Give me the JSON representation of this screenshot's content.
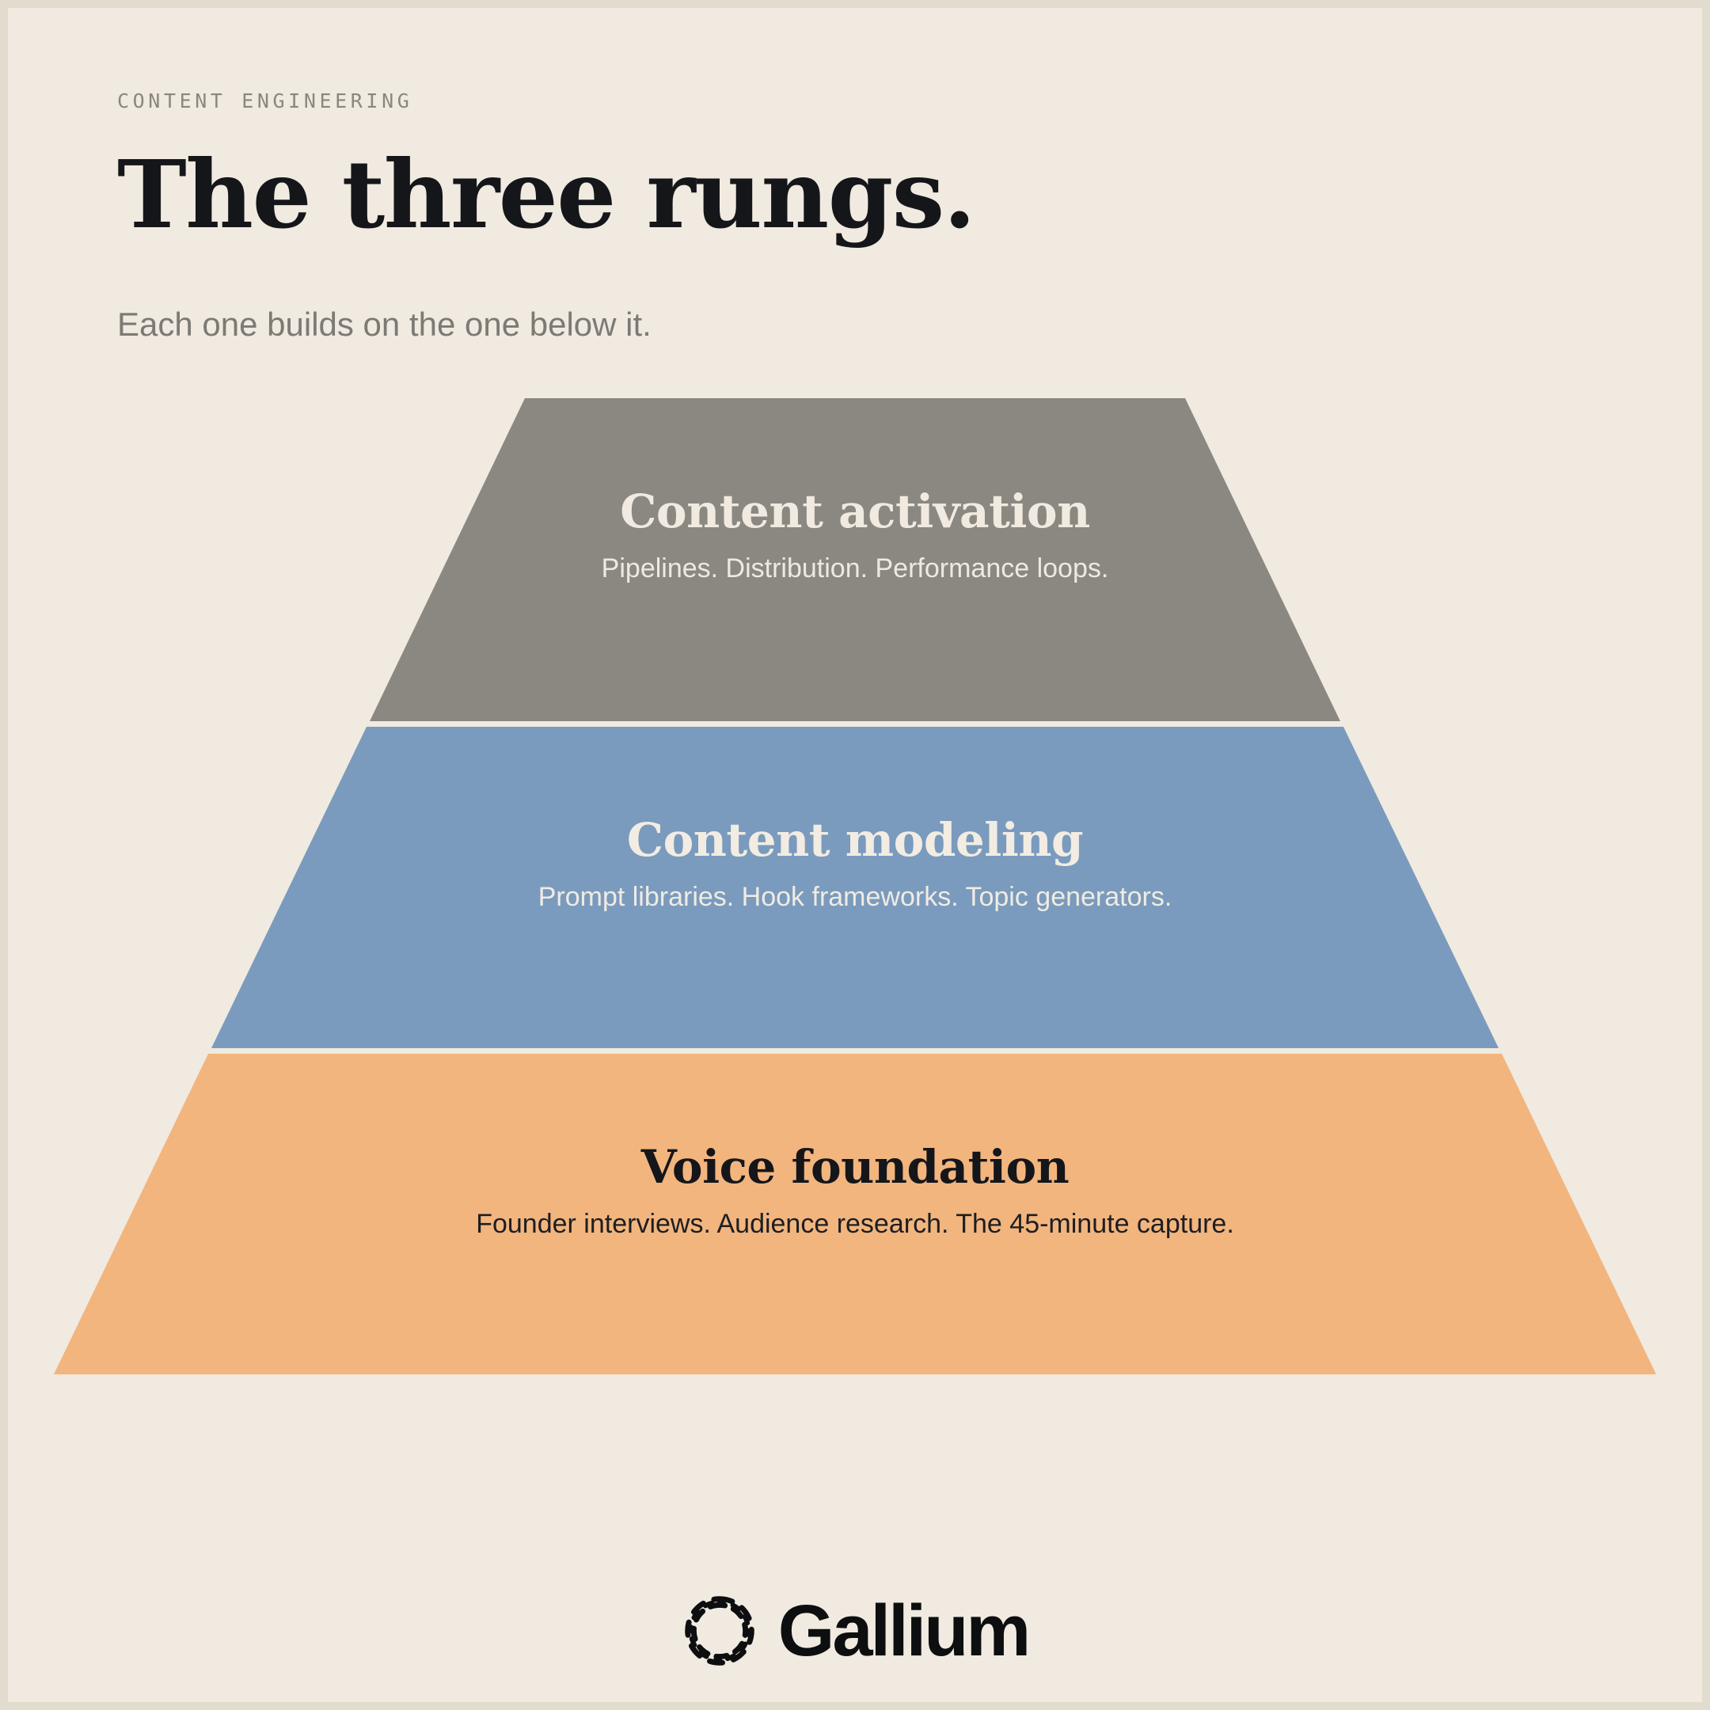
{
  "page": {
    "background_outer": "#e2dcce",
    "background_inner": "#f0eae0"
  },
  "header": {
    "eyebrow": "CONTENT ENGINEERING",
    "headline": "The three rungs.",
    "subhead": "Each one builds on the one below it."
  },
  "pyramid": {
    "tiers": [
      {
        "title": "Content activation",
        "subtitle": "Pipelines. Distribution. Performance loops.",
        "color": "#8b8882",
        "text_color": "#f0eae0",
        "level": "top"
      },
      {
        "title": "Content modeling",
        "subtitle": "Prompt libraries. Hook frameworks. Topic generators.",
        "color": "#7a9bbd",
        "text_color": "#f2ece2",
        "level": "middle"
      },
      {
        "title": "Voice foundation",
        "subtitle": "Founder interviews. Audience research. The 45-minute capture.",
        "color": "#f2b57e",
        "text_color": "#15161a",
        "level": "bottom"
      }
    ]
  },
  "footer": {
    "logo_icon": "braided-ring-icon",
    "brand": "Gallium",
    "brand_color": "#0d0e10"
  },
  "chart_data": {
    "type": "pyramid",
    "title": "The three rungs.",
    "subtitle": "Each one builds on the one below it.",
    "eyebrow": "CONTENT ENGINEERING",
    "orientation": "bottom-up",
    "levels": [
      {
        "rank": 3,
        "position": "top",
        "label": "Content activation",
        "detail": "Pipelines. Distribution. Performance loops.",
        "color": "#8b8882"
      },
      {
        "rank": 2,
        "position": "middle",
        "label": "Content modeling",
        "detail": "Prompt libraries. Hook frameworks. Topic generators.",
        "color": "#7a9bbd"
      },
      {
        "rank": 1,
        "position": "bottom",
        "label": "Voice foundation",
        "detail": "Founder interviews. Audience research. The 45-minute capture.",
        "color": "#f2b57e"
      }
    ],
    "legend": [],
    "grid": false
  }
}
